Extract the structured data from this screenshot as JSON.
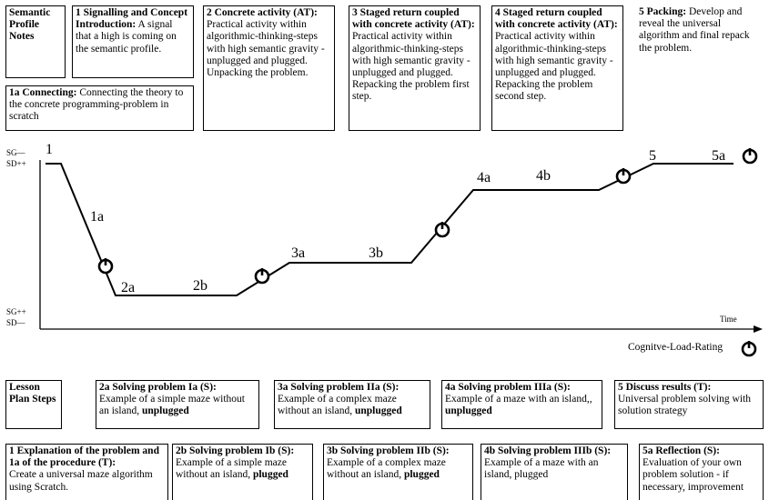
{
  "top_boxes": {
    "profile_notes": "Semantic Profile Notes",
    "b1": {
      "title": "1 Signalling and Concept Introduction:",
      "text": " A signal that a high is coming on the semantic profile."
    },
    "b1a": {
      "title": "1a Connecting:",
      "text": " Connecting the theory to the concrete programming-problem in scratch"
    },
    "b2": {
      "title": "2 Concrete activity (AT):",
      "text": " Practical activity within algorithmic-thinking-steps with high semantic gravity - unplugged and plugged. Unpacking the problem."
    },
    "b3": {
      "title": "3 Staged return coupled with concrete activity (AT):",
      "text": " Practical activity within algorithmic-thinking-steps with high semantic gravity - unplugged and plugged. Repacking the problem first step."
    },
    "b4": {
      "title": "4 Staged return coupled with concrete activity (AT):",
      "text": " Practical activity within algorithmic-thinking-steps with high semantic gravity - unplugged and plugged. Repacking the problem second step."
    },
    "b5": {
      "title": "5 Packing:",
      "text": " Develop and reveal the universal algorithm and final repack the problem."
    }
  },
  "graph": {
    "y_top_1": "SG—",
    "y_top_2": "SD++",
    "y_bot_1": "SG++",
    "y_bot_2": "SD—",
    "x_label": "Time",
    "legend_label": "Cognitve-Load-Rating",
    "points": [
      "1",
      "1a",
      "2a",
      "2b",
      "3a",
      "3b",
      "4a",
      "4b",
      "5",
      "5a"
    ]
  },
  "lesson_boxes": {
    "title": "Lesson Plan Steps",
    "s2a": {
      "title": "2a Solving problem Ia (S):",
      "text": "Example of a simple maze without an island, ",
      "bold": "unplugged"
    },
    "s3a": {
      "title": "3a Solving problem IIa (S):",
      "text": "Example of a complex maze without an island, ",
      "bold": "unplugged"
    },
    "s4a": {
      "title": "4a Solving problem IIIa (S):",
      "text": "Example of a maze with an island,, ",
      "bold": "unplugged"
    },
    "s5": {
      "title": "5 Discuss results (T):",
      "text": "Universal problem solving with solution strategy"
    },
    "s1": {
      "title": "1 Explanation of the problem and 1a of the procedure (T):",
      "text": "Create a universal maze algorithm using Scratch."
    },
    "s2b": {
      "title": "2b Solving problem Ib (S):",
      "text": "Example of a simple maze without an island, ",
      "bold": "plugged"
    },
    "s3b": {
      "title": "3b Solving problem IIb (S):",
      "text": "Example of a complex maze without an island, ",
      "bold": "plugged"
    },
    "s4b": {
      "title": "4b Solving problem IIIb (S):",
      "text": "Example of a maze with an island, plugged"
    },
    "s5a": {
      "title": "5a Reflection (S):",
      "text": "Evaluation of your own problem solution - if necessary, improvement"
    }
  }
}
